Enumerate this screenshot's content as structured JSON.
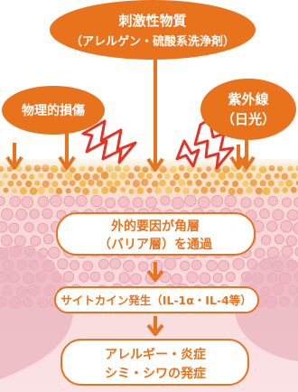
{
  "diagram": {
    "top_oval": {
      "line1": "刺激性物質",
      "line2": "（アレルゲン・硫酸系洗浄剤）"
    },
    "left_oval": {
      "label": "物理的損傷"
    },
    "right_oval": {
      "line1": "紫外線",
      "line2": "（日光）"
    },
    "steps": [
      {
        "line1": "外的要因が角層",
        "line2": "（バリア層）を通過"
      },
      {
        "line1": "サイトカイン発生（IL-1α・IL-4等）"
      },
      {
        "line1": "アレルギー・炎症",
        "line2": "シミ・シワの発症"
      }
    ]
  },
  "colors": {
    "accent_orange": "#e8731f",
    "oval_fill": "#e9731d",
    "box_border": "#e8731f",
    "lightning_red": "#e53424",
    "skin_pink": "#f3c0c8",
    "cell_orange": "#f0a030",
    "background": "#ffffff"
  }
}
